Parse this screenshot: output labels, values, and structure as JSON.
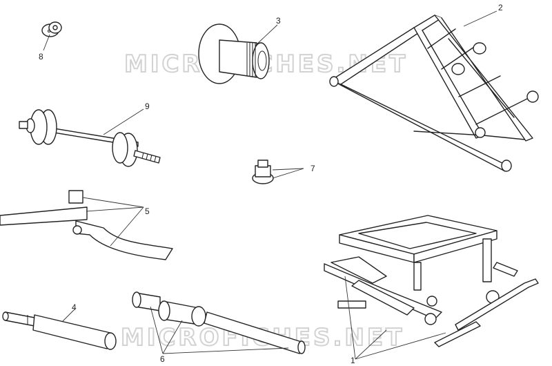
{
  "watermark": "MICROFICHES.NET",
  "callouts": {
    "c1": "1",
    "c2": "2",
    "c3": "3",
    "c4": "4",
    "c5": "5",
    "c6": "6",
    "c7": "7",
    "c8": "8",
    "c9": "9"
  }
}
